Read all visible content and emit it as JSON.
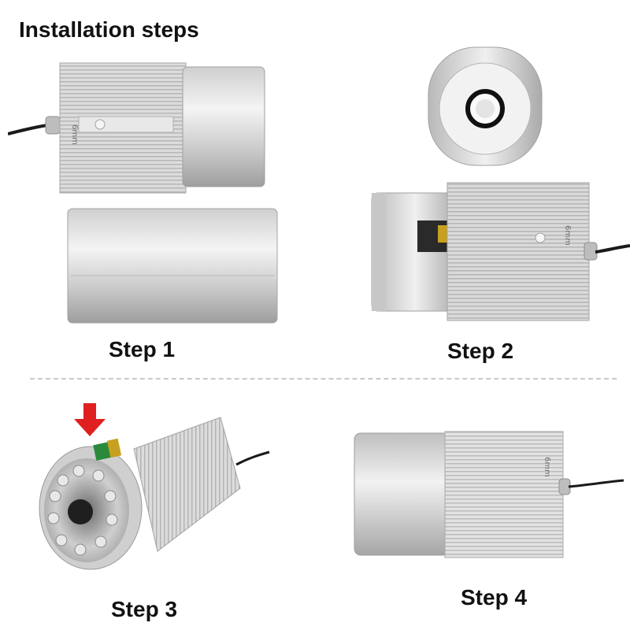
{
  "title": "Installation steps",
  "steps": [
    {
      "label": "Step 1"
    },
    {
      "label": "Step 2"
    },
    {
      "label": "Step 3"
    },
    {
      "label": "Step 4"
    }
  ],
  "engraving": "6mm",
  "colors": {
    "aluminum_light": "#e6e6e6",
    "aluminum_mid": "#c4c4c4",
    "aluminum_dark": "#9a9a9a",
    "cable": "#1a1a1a",
    "arrow": "#e02020",
    "divider": "#c9c9c9"
  },
  "icons": [
    "down-arrow-icon"
  ]
}
